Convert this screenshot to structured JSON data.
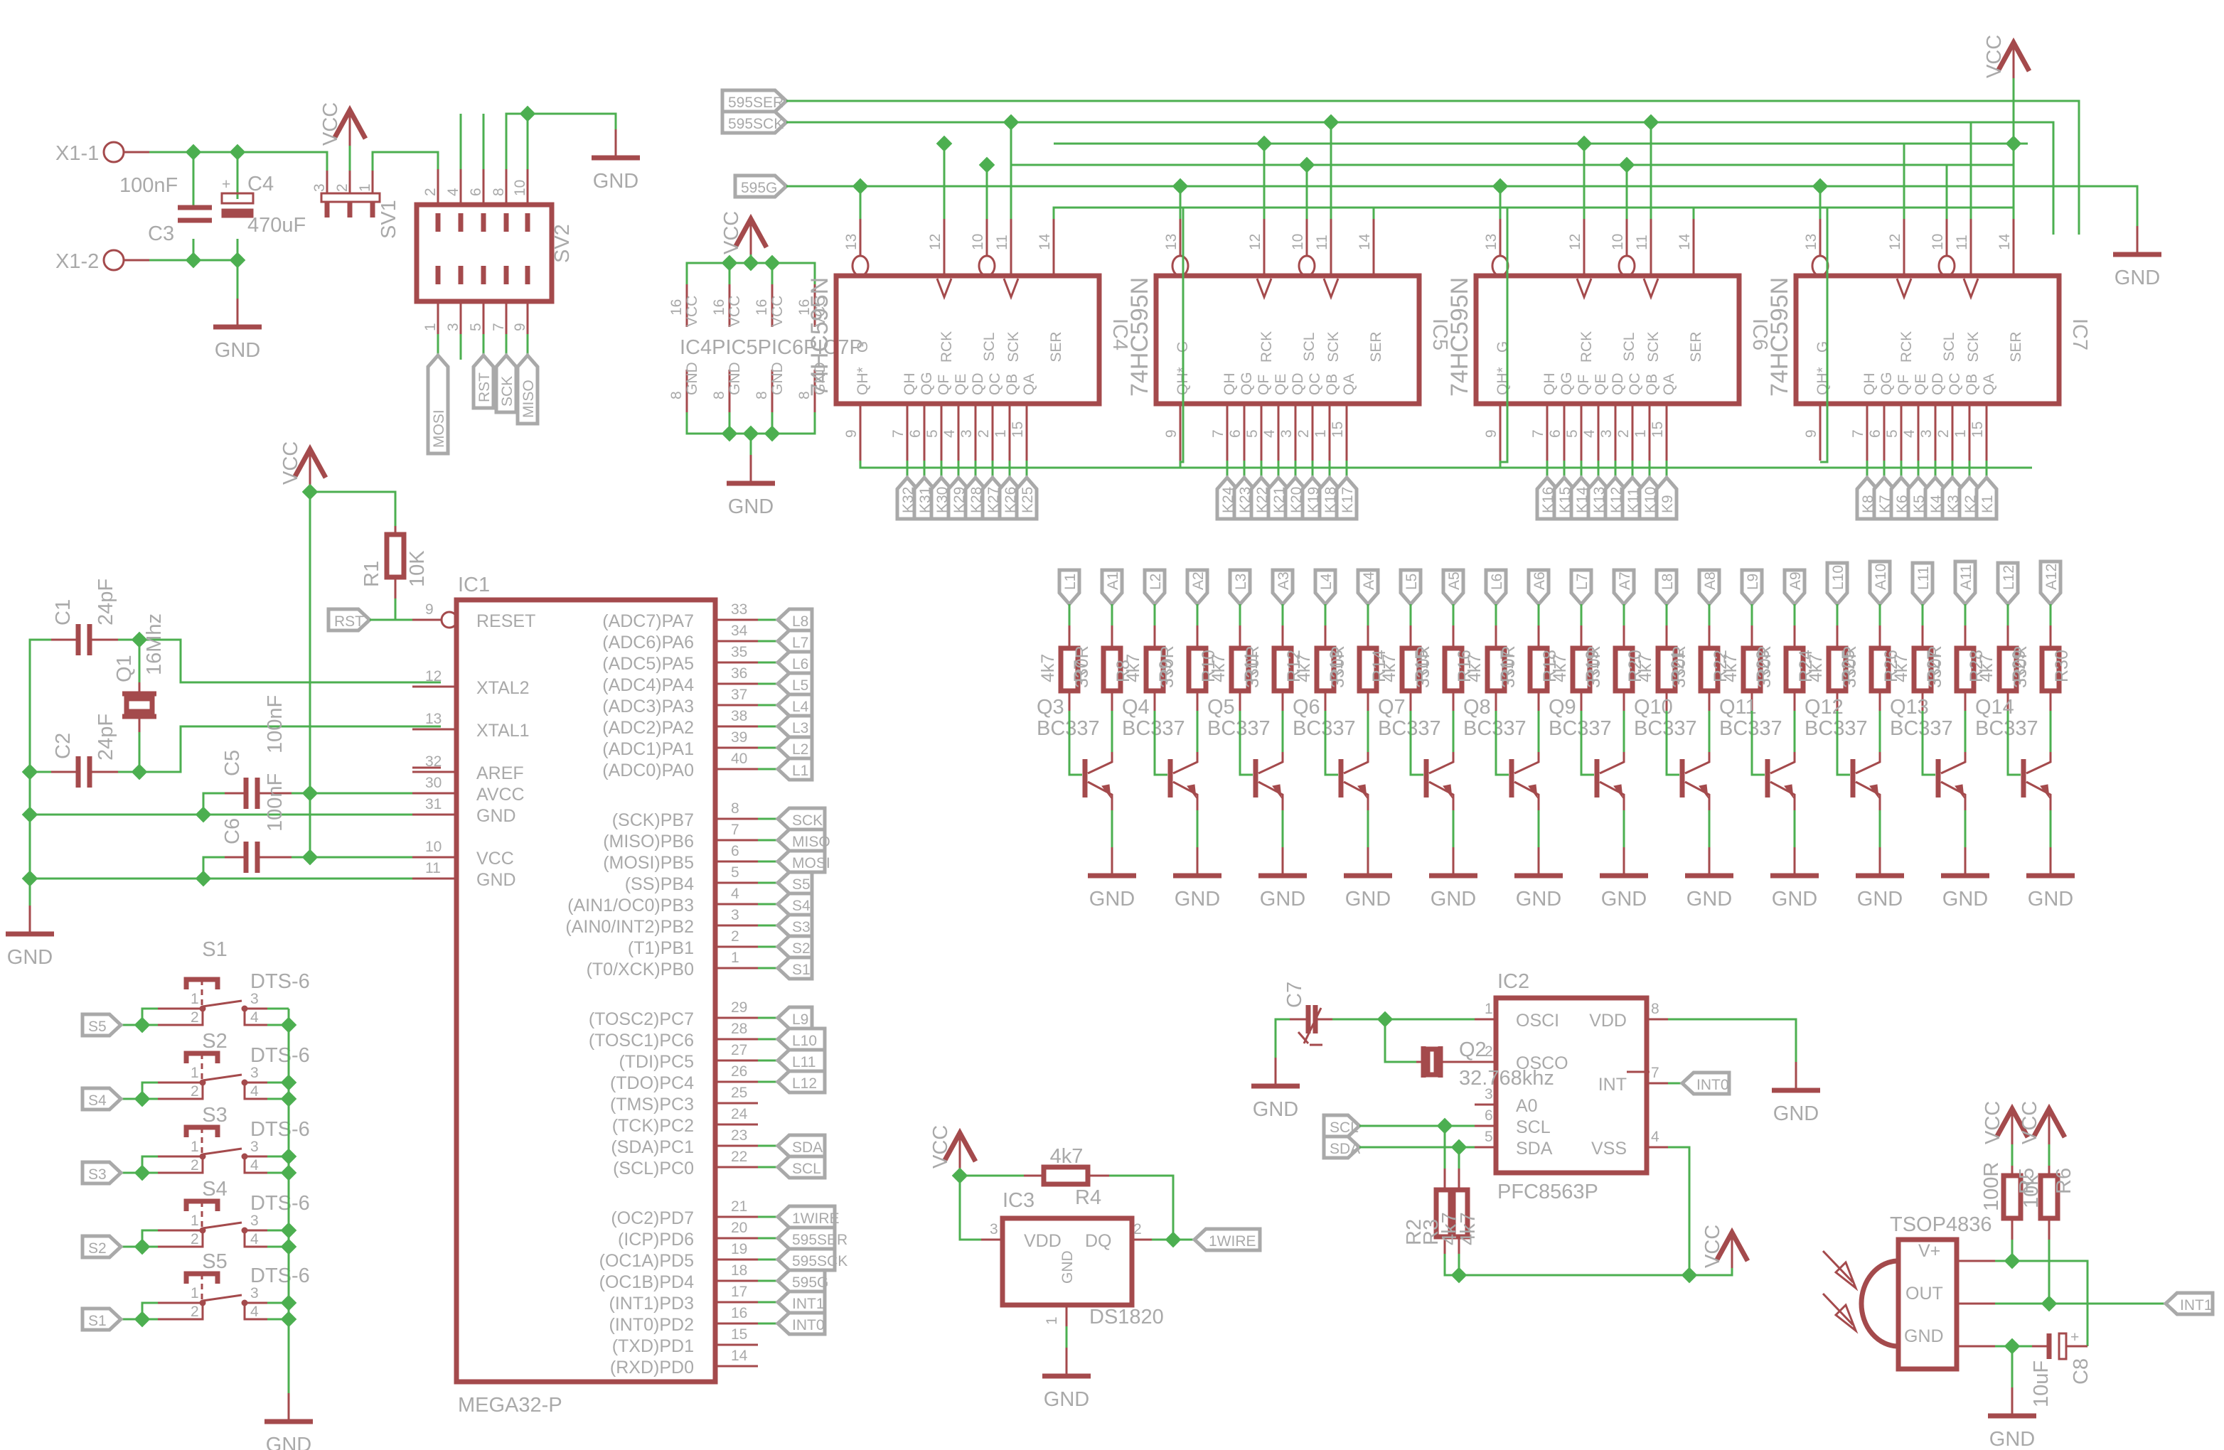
{
  "colors": {
    "wire": "#4caf50",
    "part": "#a44a4c",
    "text": "#a9a9a9",
    "background": "#ffffff"
  },
  "power": {
    "x1_1": "X1-1",
    "x1_2": "X1-2",
    "c3": "C3",
    "c3_val": "100nF",
    "c4": "C4",
    "c4_val": "470uF",
    "gnd": "GND",
    "vcc": "VCC"
  },
  "sv1": {
    "name": "SV1",
    "pins": [
      "3",
      "2",
      "1"
    ]
  },
  "sv2": {
    "name": "SV2",
    "top_pins": [
      "2",
      "4",
      "6",
      "8",
      "10"
    ],
    "bottom_pins": [
      "1",
      "3",
      "5",
      "7",
      "9"
    ],
    "labels": [
      "MOSI",
      "RST",
      "SCK",
      "MISO"
    ]
  },
  "supply_block": {
    "vcc_pin": "16",
    "vcc": "VCC",
    "gnd_pin": "8",
    "gnd": "GND",
    "name": "IC4PIC5PIC6PIC7P"
  },
  "shift_registers": [
    {
      "name": "IC4",
      "type": "74HC595N",
      "outputs": [
        "K32",
        "K31",
        "K30",
        "K29",
        "K28",
        "K27",
        "K26",
        "K25"
      ]
    },
    {
      "name": "IC5",
      "type": "74HC595N",
      "outputs": [
        "K24",
        "K23",
        "K22",
        "K21",
        "K20",
        "K19",
        "K18",
        "K17"
      ]
    },
    {
      "name": "IC6",
      "type": "74HC595N",
      "outputs": [
        "K16",
        "K15",
        "K14",
        "K13",
        "K12",
        "K11",
        "K10",
        "K9"
      ]
    },
    {
      "name": "IC7",
      "type": "74HC595N",
      "outputs": [
        "K8",
        "K7",
        "K6",
        "K5",
        "K4",
        "K3",
        "K2",
        "K1"
      ]
    }
  ],
  "sr_pins": {
    "top": [
      {
        "num": "13",
        "name": "G"
      },
      {
        "num": "12",
        "name": "RCK"
      },
      {
        "num": "10",
        "name": "SCL"
      },
      {
        "num": "11",
        "name": "SCK"
      },
      {
        "num": "14",
        "name": "SER"
      }
    ],
    "bottom": [
      {
        "num": "9",
        "name": "QH*"
      },
      {
        "num": "7",
        "name": "QH"
      },
      {
        "num": "6",
        "name": "QG"
      },
      {
        "num": "5",
        "name": "QF"
      },
      {
        "num": "4",
        "name": "QE"
      },
      {
        "num": "3",
        "name": "QD"
      },
      {
        "num": "2",
        "name": "QC"
      },
      {
        "num": "1",
        "name": "QB"
      },
      {
        "num": "15",
        "name": "QA"
      }
    ]
  },
  "bus_labels": {
    "ser": "595SER",
    "sck": "595SCK",
    "g": "595G"
  },
  "reset": {
    "r1": "R1",
    "r1_val": "10K",
    "rst": "RST"
  },
  "crystal": {
    "c1": "C1",
    "c1_val": "24pF",
    "c2": "C2",
    "c2_val": "24pF",
    "q1": "Q1",
    "q1_val": "16Mhz",
    "c5": "C5",
    "c5_val": "100nF",
    "c6": "C6",
    "c6_val": "100nF"
  },
  "mcu": {
    "name": "IC1",
    "type": "MEGA32-P",
    "left_pins": [
      {
        "num": "9",
        "name": "RESET"
      },
      {
        "num": "12",
        "name": "XTAL2"
      },
      {
        "num": "13",
        "name": "XTAL1"
      },
      {
        "num": "32",
        "name": "AREF"
      },
      {
        "num": "30",
        "name": "AVCC"
      },
      {
        "num": "31",
        "name": "GND"
      },
      {
        "num": "10",
        "name": "VCC"
      },
      {
        "num": "11",
        "name": "GND"
      }
    ],
    "right_pins": [
      {
        "num": "33",
        "name": "(ADC7)PA7",
        "net": "L8"
      },
      {
        "num": "34",
        "name": "(ADC6)PA6",
        "net": "L7"
      },
      {
        "num": "35",
        "name": "(ADC5)PA5",
        "net": "L6"
      },
      {
        "num": "36",
        "name": "(ADC4)PA4",
        "net": "L5"
      },
      {
        "num": "37",
        "name": "(ADC3)PA3",
        "net": "L4"
      },
      {
        "num": "38",
        "name": "(ADC2)PA2",
        "net": "L3"
      },
      {
        "num": "39",
        "name": "(ADC1)PA1",
        "net": "L2"
      },
      {
        "num": "40",
        "name": "(ADC0)PA0",
        "net": "L1"
      },
      {
        "num": "8",
        "name": "(SCK)PB7",
        "net": "SCK"
      },
      {
        "num": "7",
        "name": "(MISO)PB6",
        "net": "MISO"
      },
      {
        "num": "6",
        "name": "(MOSI)PB5",
        "net": "MOSI"
      },
      {
        "num": "5",
        "name": "(SS)PB4",
        "net": "S5"
      },
      {
        "num": "4",
        "name": "(AIN1/OC0)PB3",
        "net": "S4"
      },
      {
        "num": "3",
        "name": "(AIN0/INT2)PB2",
        "net": "S3"
      },
      {
        "num": "2",
        "name": "(T1)PB1",
        "net": "S2"
      },
      {
        "num": "1",
        "name": "(T0/XCK)PB0",
        "net": "S1"
      },
      {
        "num": "29",
        "name": "(TOSC2)PC7",
        "net": "L9"
      },
      {
        "num": "28",
        "name": "(TOSC1)PC6",
        "net": "L10"
      },
      {
        "num": "27",
        "name": "(TDI)PC5",
        "net": "L11"
      },
      {
        "num": "26",
        "name": "(TDO)PC4",
        "net": "L12"
      },
      {
        "num": "25",
        "name": "(TMS)PC3",
        "net": ""
      },
      {
        "num": "24",
        "name": "(TCK)PC2",
        "net": ""
      },
      {
        "num": "23",
        "name": "(SDA)PC1",
        "net": "SDA"
      },
      {
        "num": "22",
        "name": "(SCL)PC0",
        "net": "SCL"
      },
      {
        "num": "21",
        "name": "(OC2)PD7",
        "net": "1WIRE"
      },
      {
        "num": "20",
        "name": "(ICP)PD6",
        "net": "595SER"
      },
      {
        "num": "19",
        "name": "(OC1A)PD5",
        "net": "595SCK"
      },
      {
        "num": "18",
        "name": "(OC1B)PD4",
        "net": "595G"
      },
      {
        "num": "17",
        "name": "(INT1)PD3",
        "net": "INT1"
      },
      {
        "num": "16",
        "name": "(INT0)PD2",
        "net": "INT0"
      },
      {
        "num": "15",
        "name": "(TXD)PD1",
        "net": ""
      },
      {
        "num": "14",
        "name": "(RXD)PD0",
        "net": ""
      }
    ]
  },
  "switches": [
    {
      "name": "S1",
      "type": "DTS-6",
      "net": "S5"
    },
    {
      "name": "S2",
      "type": "DTS-6",
      "net": "S4"
    },
    {
      "name": "S3",
      "type": "DTS-6",
      "net": "S3"
    },
    {
      "name": "S4",
      "type": "DTS-6",
      "net": "S2"
    },
    {
      "name": "S5",
      "type": "DTS-6",
      "net": "S1"
    }
  ],
  "switch_pins": [
    "1",
    "2",
    "3",
    "4"
  ],
  "drivers": [
    {
      "q": "Q3",
      "type": "BC337",
      "l": "L1",
      "a": "A1"
    },
    {
      "q": "Q4",
      "type": "BC337",
      "l": "L2",
      "a": "A2"
    },
    {
      "q": "Q5",
      "type": "BC337",
      "l": "L3",
      "a": "A3"
    },
    {
      "q": "Q6",
      "type": "BC337",
      "l": "L4",
      "a": "A4"
    },
    {
      "q": "Q7",
      "type": "BC337",
      "l": "L5",
      "a": "A5"
    },
    {
      "q": "Q8",
      "type": "BC337",
      "l": "L6",
      "a": "A6"
    },
    {
      "q": "Q9",
      "type": "BC337",
      "l": "L7",
      "a": "A7"
    },
    {
      "q": "Q10",
      "type": "BC337",
      "l": "L8",
      "a": "A8"
    },
    {
      "q": "Q11",
      "type": "BC337",
      "l": "L9",
      "a": "A9"
    },
    {
      "q": "Q12",
      "type": "BC337",
      "l": "L10",
      "a": "A10"
    },
    {
      "q": "Q13",
      "type": "BC337",
      "l": "L11",
      "a": "A11"
    },
    {
      "q": "Q14",
      "type": "BC337",
      "l": "L12",
      "a": "A12"
    }
  ],
  "driver_resistor_labels": [
    "4k7",
    "R7",
    "330R",
    "R8",
    "4k7",
    "R9",
    "330R",
    "R10",
    "4k7",
    "R11",
    "330R",
    "R12",
    "4k7",
    "R13",
    "330R",
    "R14",
    "4k7",
    "R15",
    "330R",
    "R16",
    "4k7",
    "R17",
    "330R",
    "R18",
    "4k7",
    "R19",
    "330R",
    "R20",
    "4k7",
    "R21",
    "330R",
    "R22",
    "4k7",
    "R23",
    "330R",
    "R24",
    "4k7",
    "R25",
    "330R",
    "R26",
    "4k7",
    "R27",
    "330R",
    "R28",
    "4k7",
    "R29",
    "330R",
    "R30"
  ],
  "rtc": {
    "name": "IC2",
    "type": "PFC8563P",
    "c7": "C7",
    "q2": "Q2",
    "q2_val": "32.768khz",
    "left_pins": [
      {
        "num": "1",
        "name": "OSCI"
      },
      {
        "num": "2",
        "name": "OSCO"
      },
      {
        "num": "3",
        "name": "A0"
      },
      {
        "num": "6",
        "name": "SCL"
      },
      {
        "num": "5",
        "name": "SDA"
      }
    ],
    "right_pins": [
      {
        "num": "8",
        "name": "VDD"
      },
      {
        "num": "7",
        "name": "INT"
      },
      {
        "num": "4",
        "name": "VSS"
      }
    ],
    "scl": "SCL",
    "sda": "SDA",
    "int": "INT0",
    "r2": "R2",
    "r3": "R3",
    "r2_val": "4k7",
    "r3_val": "4k7"
  },
  "temp": {
    "name": "IC3",
    "type": "DS1820",
    "vdd": "VDD",
    "dq": "DQ",
    "gnd": "GND",
    "pin_vdd": "3",
    "pin_dq": "2",
    "pin_gnd": "1",
    "r4": "R4",
    "r4_val": "4k7",
    "net": "1WIRE"
  },
  "ir": {
    "name": "TSOP4836",
    "vplus": "V+",
    "out": "OUT",
    "gnd": "GND",
    "r5": "R5",
    "r5_val": "100R",
    "r6": "R6",
    "r6_val": "10k",
    "c8": "C8",
    "c8_val": "10uF",
    "net": "INT1"
  }
}
